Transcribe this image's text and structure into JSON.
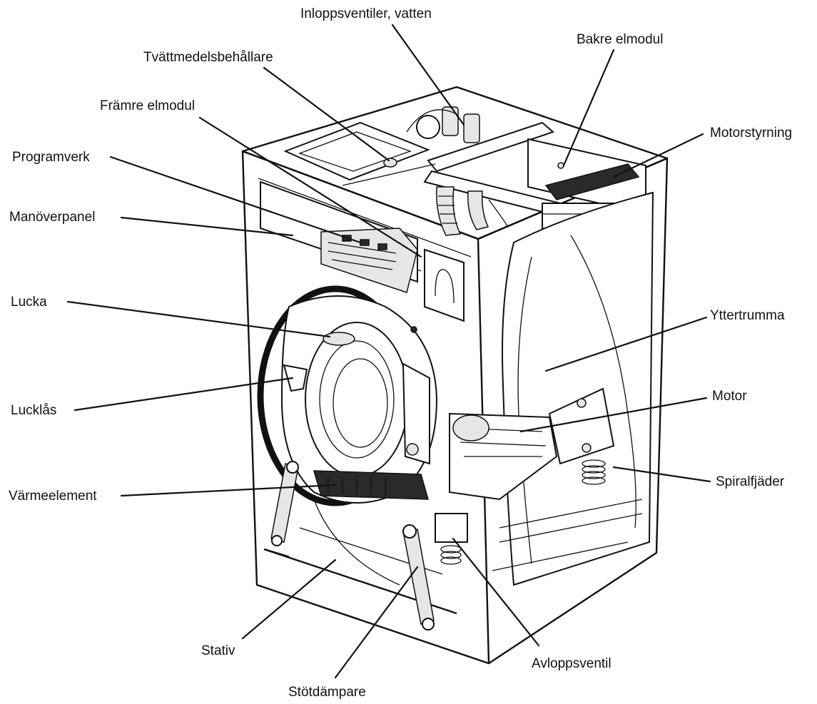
{
  "labels": [
    {
      "id": "inloppsventiler",
      "text": "Inloppsventiler, vatten"
    },
    {
      "id": "bakre_elmodul",
      "text": "Bakre elmodul"
    },
    {
      "id": "tvattmedelsbehallare",
      "text": "Tvättmedelsbehållare"
    },
    {
      "id": "framre_elmodul",
      "text": "Främre elmodul"
    },
    {
      "id": "motorstyrning",
      "text": "Motorstyrning"
    },
    {
      "id": "programverk",
      "text": "Programverk"
    },
    {
      "id": "manoverpanel",
      "text": "Manöverpanel"
    },
    {
      "id": "lucka",
      "text": "Lucka"
    },
    {
      "id": "yttertrumma",
      "text": "Yttertrumma"
    },
    {
      "id": "motor",
      "text": "Motor"
    },
    {
      "id": "lucklas",
      "text": "Lucklås"
    },
    {
      "id": "spiralfjader",
      "text": "Spiralfjäder"
    },
    {
      "id": "varmeelement",
      "text": "Värmeelement"
    },
    {
      "id": "stativ",
      "text": "Stativ"
    },
    {
      "id": "avloppsventil",
      "text": "Avloppsventil"
    },
    {
      "id": "stotdampare",
      "text": "Stötdämpare"
    }
  ],
  "colors": {
    "line": "#111111",
    "background": "#ffffff"
  }
}
